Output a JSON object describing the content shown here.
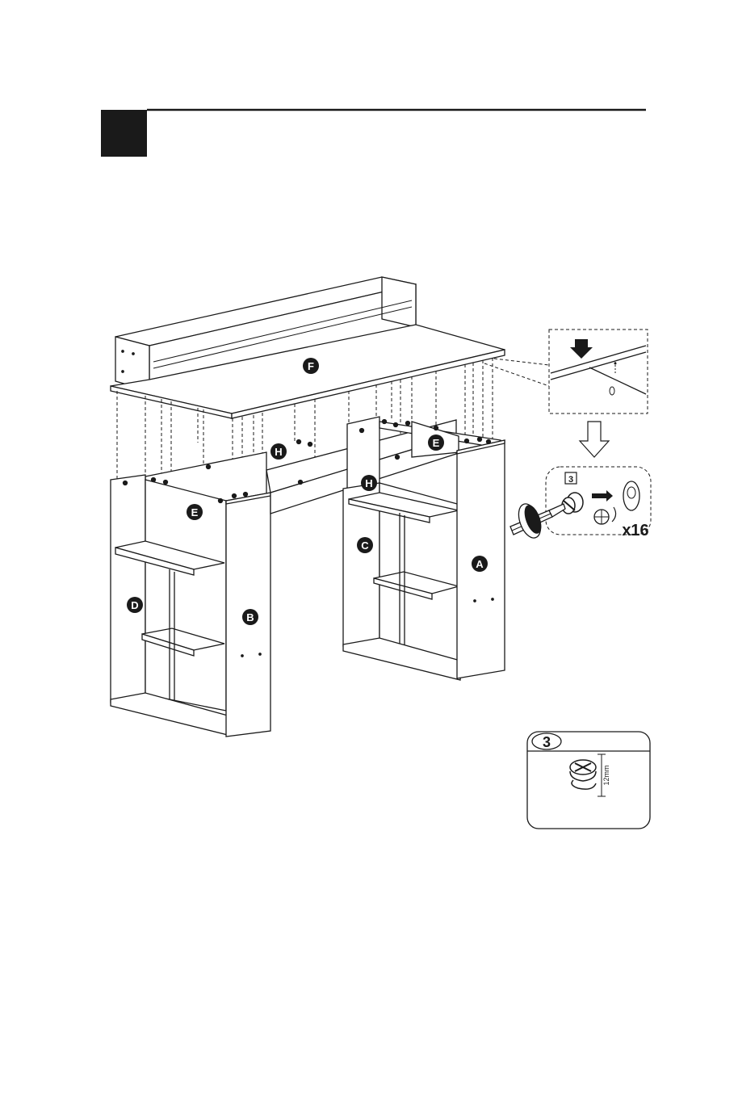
{
  "step": {
    "number": ""
  },
  "parts": {
    "A": "A",
    "B": "B",
    "C": "C",
    "D": "D",
    "E1": "E",
    "E2": "E",
    "F": "F",
    "H1": "H",
    "H2": "H"
  },
  "callout": {
    "part_number": "3",
    "quantity": "x16"
  },
  "hardware": {
    "part_number": "3",
    "dimension": "12mm"
  },
  "colors": {
    "ink": "#1a1a1a",
    "paper": "#ffffff"
  }
}
